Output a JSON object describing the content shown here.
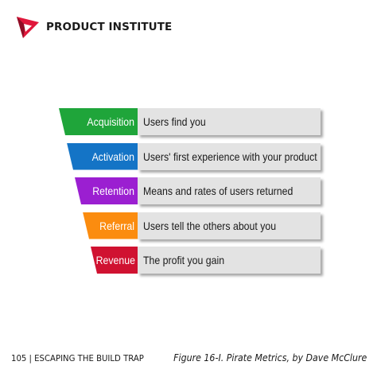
{
  "header": {
    "brand": "PRODUCT INSTITUTE",
    "logo_icon": "play-triangle-logo",
    "logo_colors": [
      "#e0173b",
      "#7a0a1f"
    ]
  },
  "stages": [
    {
      "label": "Acquisition",
      "description": "Users find you",
      "color": "#1fa53a"
    },
    {
      "label": "Activation",
      "description": "Users' first experience with your product",
      "color": "#1474c6"
    },
    {
      "label": "Retention",
      "description": "Means and rates of users returned",
      "color": "#9b1fd1"
    },
    {
      "label": "Referral",
      "description": "Users tell the others about you",
      "color": "#fb8c0f"
    },
    {
      "label": "Revenue",
      "description": "The profit you gain",
      "color": "#d01231"
    }
  ],
  "footer": {
    "page_ref": "105 | ESCAPING THE BUILD TRAP",
    "caption": "Figure 16-I. Pirate Metrics, by Dave McClure"
  }
}
